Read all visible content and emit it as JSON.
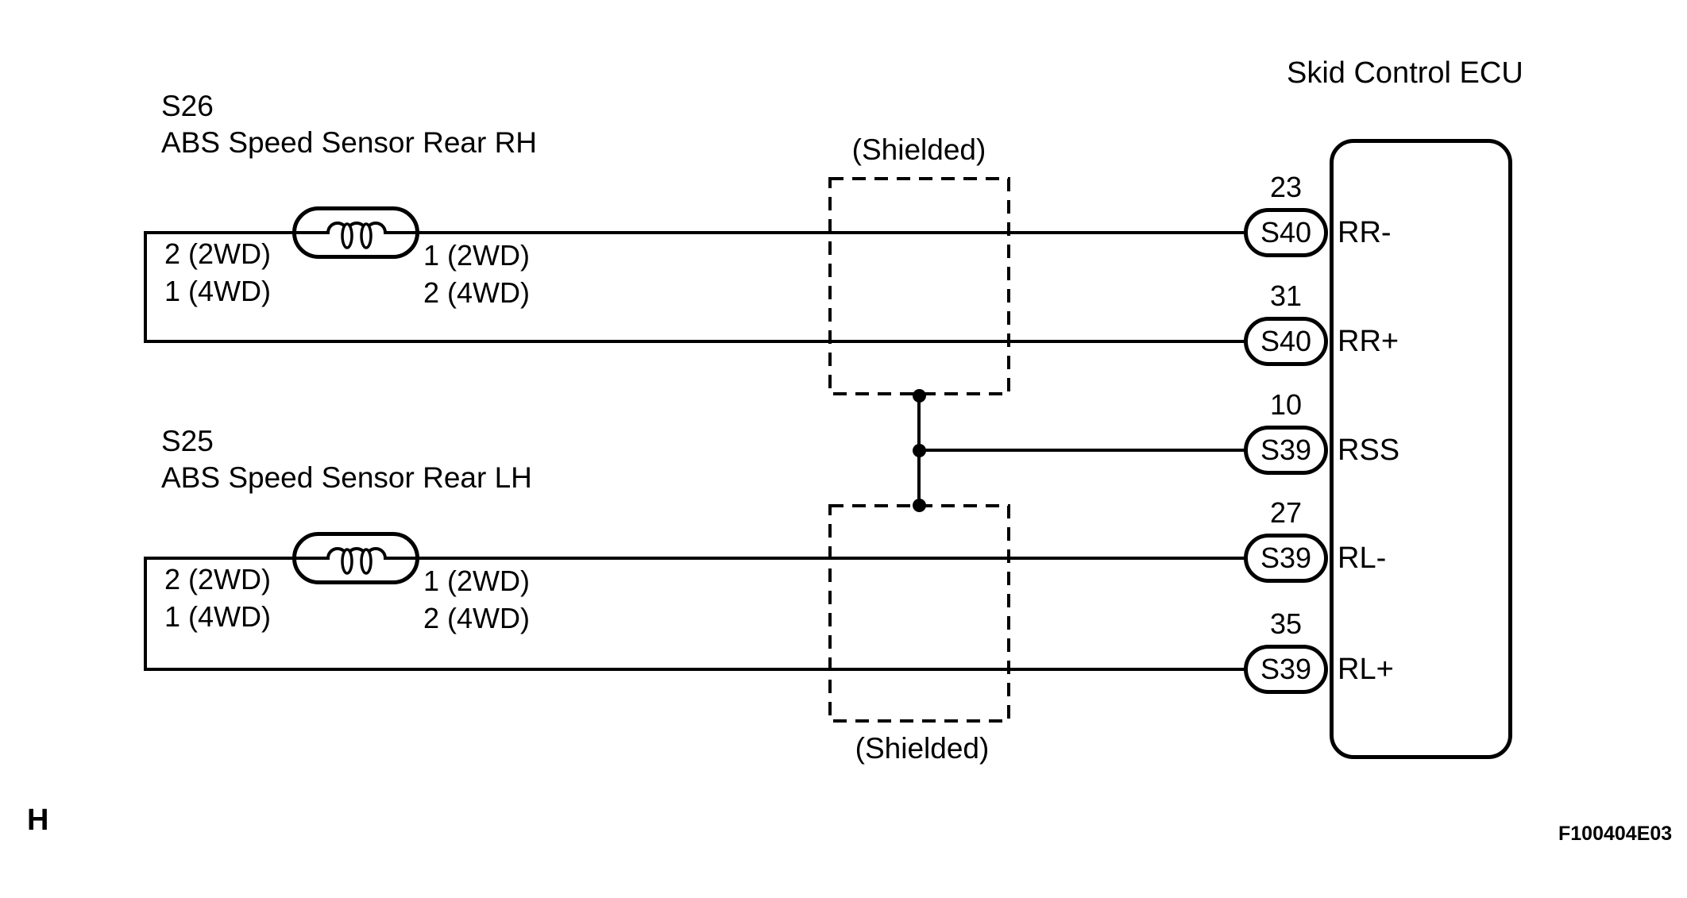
{
  "diagram": {
    "title": "Skid Control ECU",
    "figure_code": "F100404E03",
    "page_letter": "H",
    "shielded_label_top": "(Shielded)",
    "shielded_label_bottom": "(Shielded)",
    "sensors": [
      {
        "code": "S26",
        "name": "ABS Speed Sensor Rear RH",
        "left_pin_2wd": "2 (2WD)",
        "left_pin_4wd": "1 (4WD)",
        "right_pin_2wd": "1 (2WD)",
        "right_pin_4wd": "2 (4WD)"
      },
      {
        "code": "S25",
        "name": "ABS Speed Sensor Rear LH",
        "left_pin_2wd": "2 (2WD)",
        "left_pin_4wd": "1 (4WD)",
        "right_pin_2wd": "1 (2WD)",
        "right_pin_4wd": "2 (4WD)"
      }
    ],
    "ecu_pins": [
      {
        "pin_number": "23",
        "connector": "S40",
        "signal": "RR-"
      },
      {
        "pin_number": "31",
        "connector": "S40",
        "signal": "RR+"
      },
      {
        "pin_number": "10",
        "connector": "S39",
        "signal": "RSS"
      },
      {
        "pin_number": "27",
        "connector": "S39",
        "signal": "RL-"
      },
      {
        "pin_number": "35",
        "connector": "S39",
        "signal": "RL+"
      }
    ]
  }
}
